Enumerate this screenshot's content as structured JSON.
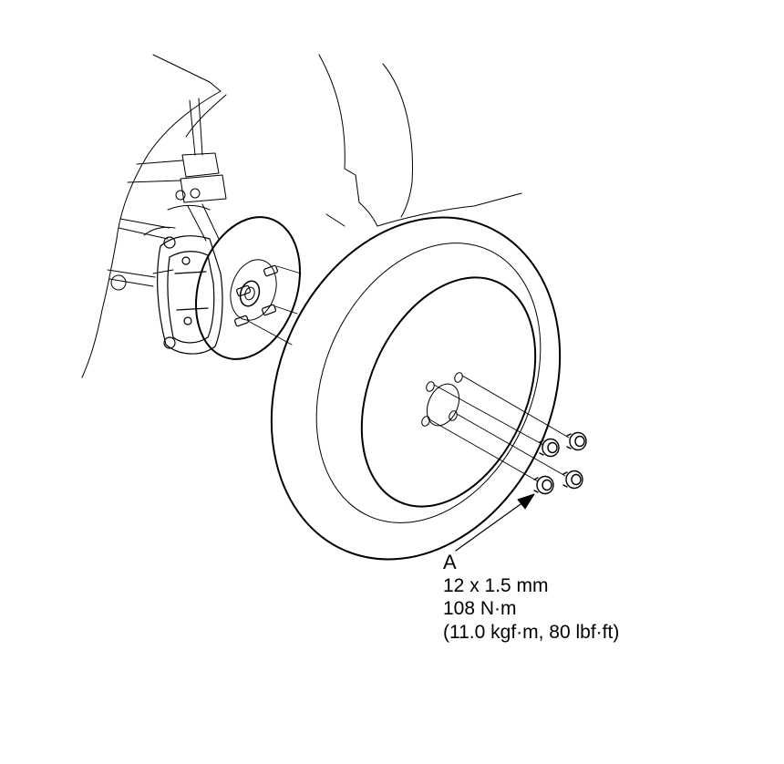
{
  "callout": {
    "letter": "A",
    "size": "12 x 1.5 mm",
    "torque_nm": "108 N·m",
    "torque_alt": "(11.0 kgf·m, 80 lbf·ft)"
  },
  "colors": {
    "line": "#000000",
    "background": "#ffffff"
  }
}
